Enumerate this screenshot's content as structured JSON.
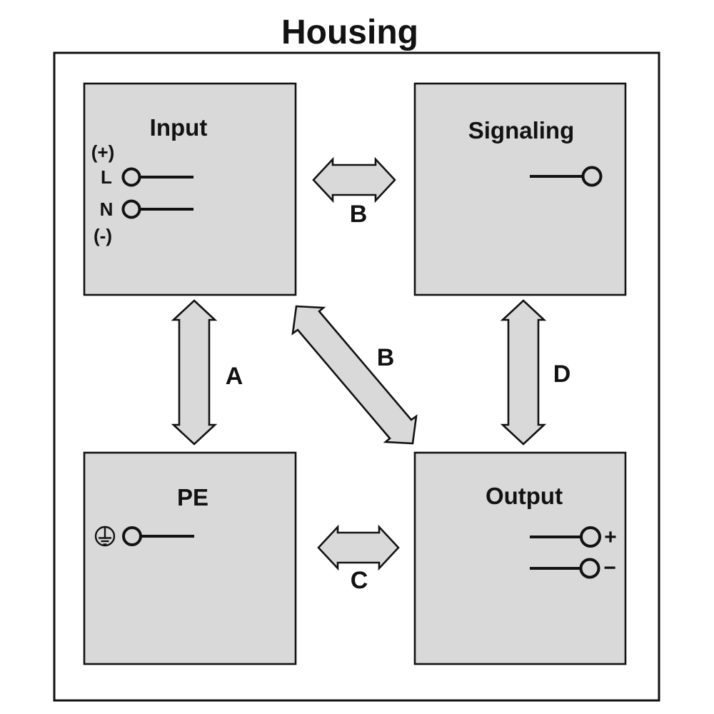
{
  "title": "Housing",
  "colors": {
    "box_fill": "#d9d9d9",
    "arrow_fill": "#d9d9d9",
    "outline": "#121212",
    "background": "#ffffff"
  },
  "boxes": {
    "input": {
      "label": "Input",
      "terminals": {
        "plus": "(+)",
        "line": "L",
        "neutral": "N",
        "minus": "(-)"
      }
    },
    "signaling": {
      "label": "Signaling"
    },
    "pe": {
      "label": "PE"
    },
    "output": {
      "label": "Output",
      "terminals": {
        "plus": "+",
        "minus": "−"
      }
    }
  },
  "arrows": {
    "a": {
      "label": "A",
      "connects": "Input ↔ PE"
    },
    "b_top": {
      "label": "B",
      "connects": "Input ↔ Signaling"
    },
    "b_diagonal": {
      "label": "B",
      "connects": "Input ↔ Output"
    },
    "c": {
      "label": "C",
      "connects": "PE ↔ Output"
    },
    "d": {
      "label": "D",
      "connects": "Signaling ↔ Output"
    }
  }
}
